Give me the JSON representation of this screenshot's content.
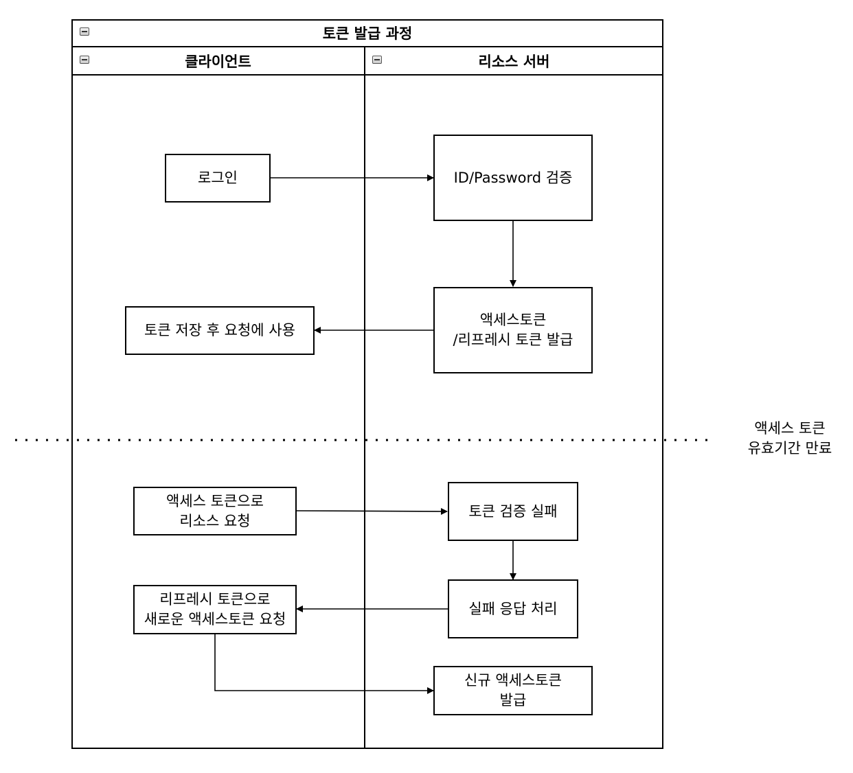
{
  "pool": {
    "title": "토큰 발급 과정"
  },
  "lanes": {
    "client": "클라이언트",
    "server": "리소스 서버"
  },
  "nodes": {
    "login": "로그인",
    "verify": "ID/Password 검증",
    "issue": "액세스토큰\n/리프레시 토큰 발급",
    "store": "토큰 저장 후 요청에 사용",
    "access_request": "액세스 토큰으로\n리소스 요청",
    "verify_fail": "토큰 검증 실패",
    "fail_response": "실패 응답 처리",
    "refresh_request": "리프레시 토큰으로\n새로운 액세스토큰 요청",
    "new_issue": "신규 액세스토큰\n발급"
  },
  "annotation": "액세스 토큰\n유효기간 만료"
}
